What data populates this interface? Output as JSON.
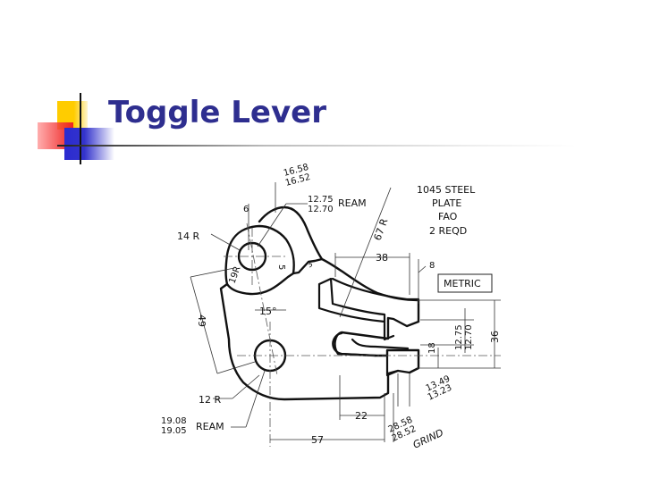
{
  "slide": {
    "title": "Toggle Lever",
    "title_color": "#2e2e8f",
    "accent_colors": {
      "yellow": "#ffcc00",
      "red": "#ee2222",
      "blue": "#3333cc"
    }
  },
  "drawing": {
    "notes": {
      "material_line1": "1045 STEEL",
      "material_line2": "PLATE",
      "material_line3": "FAO",
      "material_line4": "2 REQD",
      "units_box": "METRIC"
    },
    "dimensions": {
      "top_width_upper": "16.58",
      "top_width_lower": "16.52",
      "top_hole_upper": "12.75",
      "top_hole_lower": "12.70",
      "top_hole_note": "REAM",
      "six": "6",
      "r14": "14 R",
      "r19": "19R",
      "r67": "67 R",
      "five": "5",
      "small_chamfer": "3",
      "thirty_eight": "38",
      "eight": "8",
      "forty_nine": "49",
      "angle": "15°",
      "r12": "12 R",
      "bottom_hole_upper": "19.08",
      "bottom_hole_lower": "19.05",
      "bottom_hole_note": "REAM",
      "twenty_two": "22",
      "fifty_seven": "57",
      "slot_upper": "28.58",
      "slot_lower": "28.52",
      "grind": "GRIND",
      "fork_upper": "13.49",
      "fork_lower": "13.23",
      "eighteen": "18",
      "gap_upper": "12.75",
      "gap_lower": "12.70",
      "thirty_six": "36"
    }
  }
}
